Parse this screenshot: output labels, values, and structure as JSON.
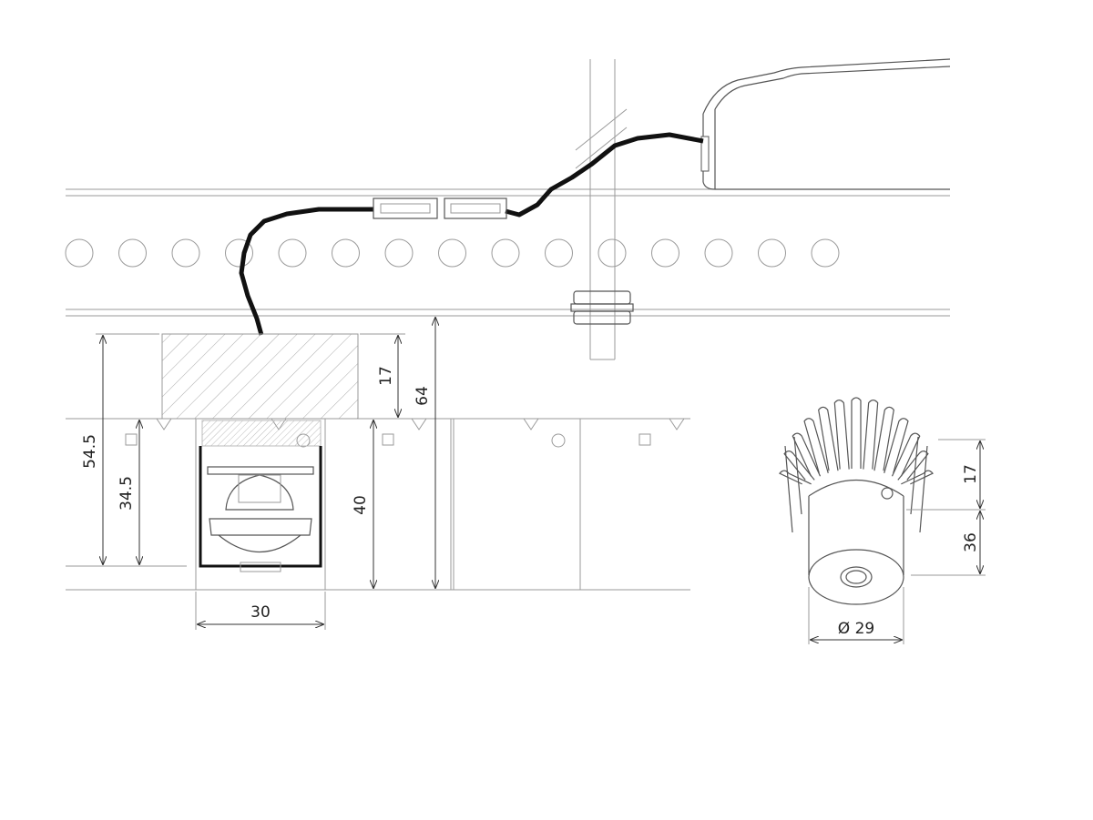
{
  "diagram": {
    "type": "technical drawing - recessed spotlight on rail with driver",
    "dimensions": {
      "total_height_left": "54.5",
      "inner_height_left": "34.5",
      "block_height": "17",
      "total_height_right": "64",
      "profile_height": "40",
      "profile_width": "30",
      "spot_heatsink_height": "17",
      "spot_body_height": "36",
      "spot_diameter": "Ø 29"
    }
  }
}
